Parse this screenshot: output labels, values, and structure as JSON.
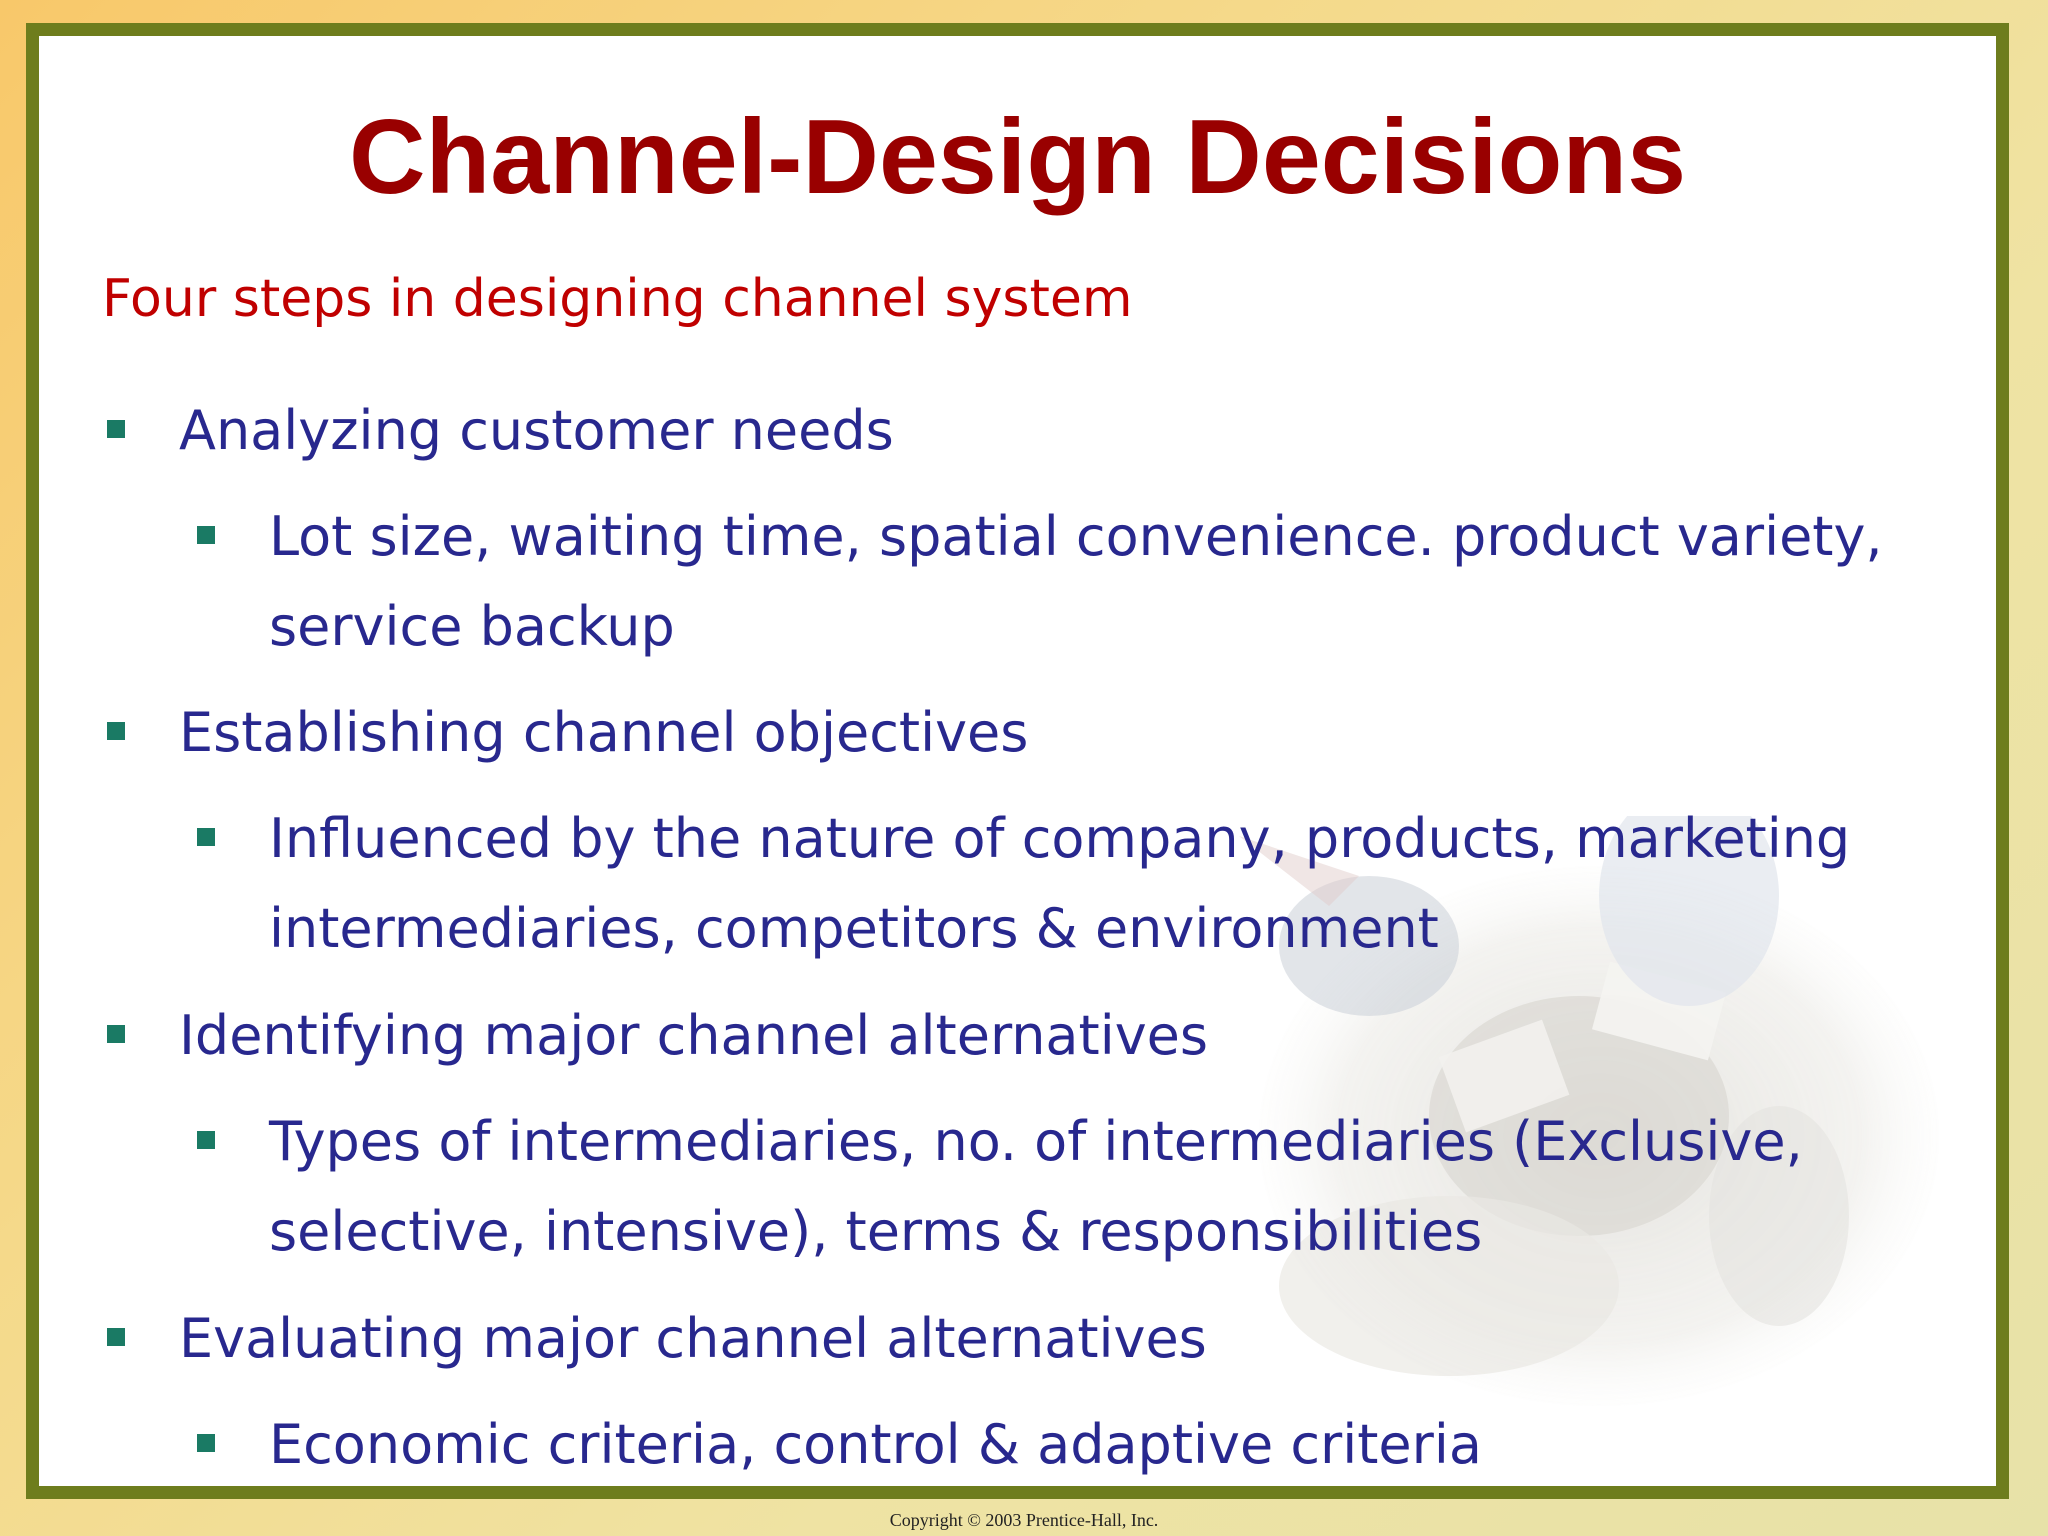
{
  "slide": {
    "title": "Channel-Design Decisions",
    "subtitle": "Four steps in designing channel system",
    "items": [
      {
        "level": 1,
        "text": "Analyzing customer needs"
      },
      {
        "level": 2,
        "line1": "Lot size, waiting time, spatial convenience. product variety,",
        "line2": "service backup"
      },
      {
        "level": 1,
        "text": "Establishing channel objectives"
      },
      {
        "level": 2,
        "line1": "Influenced by the nature of company, products, marketing",
        "line2": "intermediaries, competitors &  environment"
      },
      {
        "level": 1,
        "text": "Identifying major channel alternatives"
      },
      {
        "level": 2,
        "line1": "Types of intermediaries, no. of intermediaries (Exclusive,",
        "line2": "selective, intensive), terms & responsibilities"
      },
      {
        "level": 1,
        "text": "Evaluating major channel alternatives"
      },
      {
        "level": 2,
        "text": "Economic criteria, control & adaptive criteria"
      }
    ],
    "copyright": "Copyright © 2003 Prentice-Hall, Inc."
  },
  "colors": {
    "title": "#990000",
    "subtitle": "#c00000",
    "body_text": "#28288e",
    "bullet": "#1a7a64",
    "frame_border": "#6e7d1d"
  }
}
